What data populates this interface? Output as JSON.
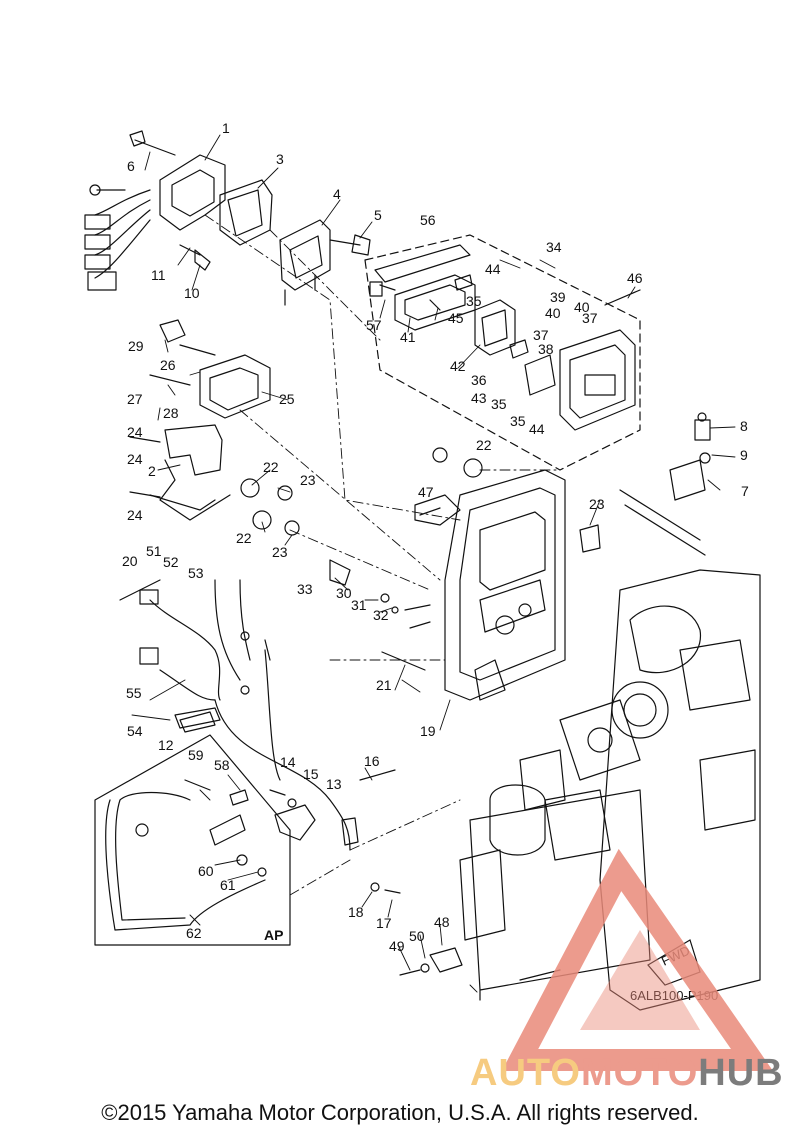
{
  "diagram": {
    "reference_code": "6ALB100-P190",
    "fwd_label": "FWD",
    "ap_label": "AP",
    "copyright": "©2015 Yamaha Motor Corporation, U.S.A. All rights reserved.",
    "watermark": {
      "part1": "AUTO",
      "part2": "MOTO",
      "part3": "HUB",
      "colors": [
        "#f5c26b",
        "#e98a7a",
        "#666666"
      ]
    },
    "callouts": [
      "1",
      "2",
      "3",
      "4",
      "5",
      "6",
      "7",
      "8",
      "9",
      "10",
      "11",
      "12",
      "13",
      "14",
      "15",
      "16",
      "17",
      "18",
      "19",
      "20",
      "21",
      "22",
      "22",
      "22",
      "23",
      "23",
      "23",
      "24",
      "24",
      "24",
      "25",
      "26",
      "27",
      "28",
      "29",
      "30",
      "31",
      "32",
      "33",
      "34",
      "35",
      "35",
      "35",
      "36",
      "37",
      "37",
      "38",
      "39",
      "40",
      "40",
      "41",
      "42",
      "43",
      "44",
      "44",
      "45",
      "46",
      "47",
      "48",
      "49",
      "50",
      "51",
      "52",
      "53",
      "54",
      "55",
      "56",
      "57",
      "58",
      "59",
      "60",
      "61",
      "62"
    ]
  }
}
